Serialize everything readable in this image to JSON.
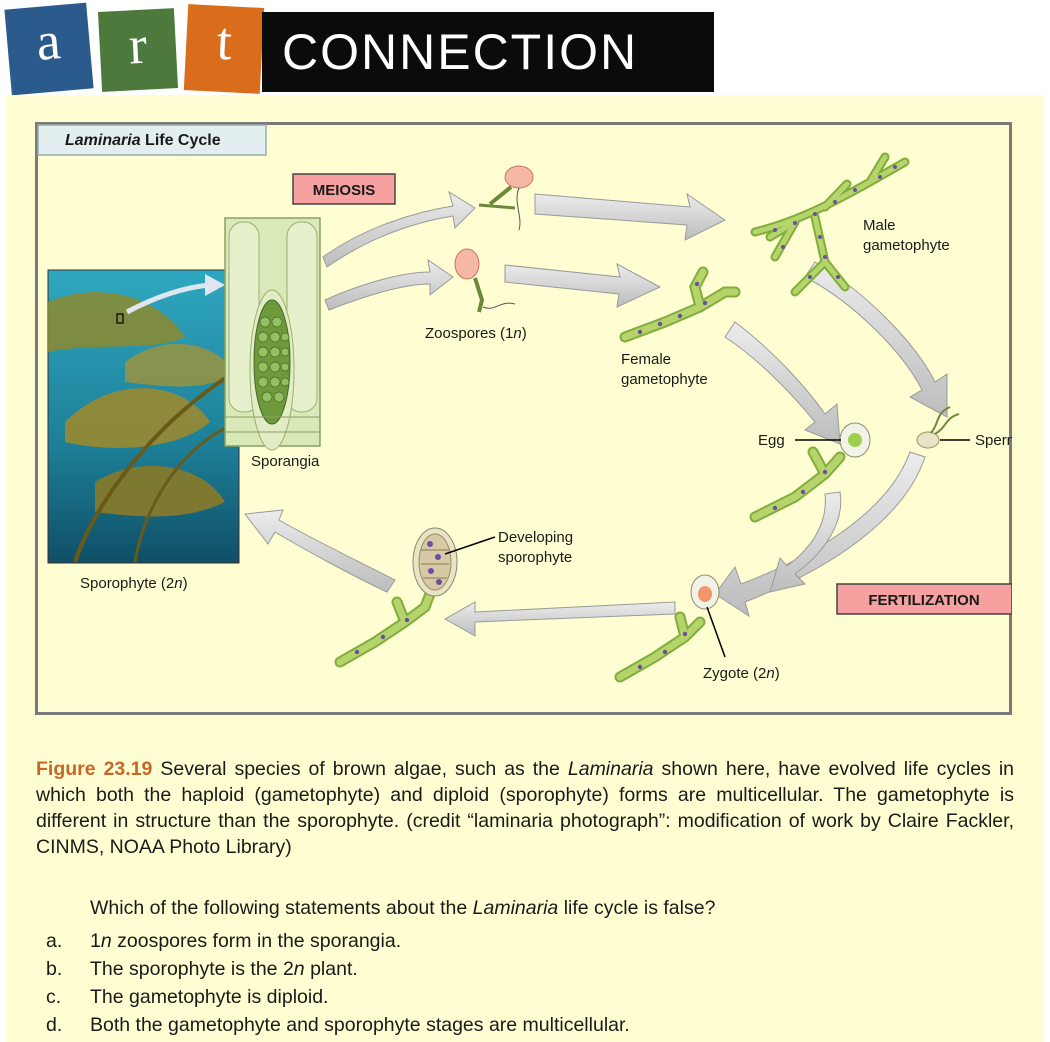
{
  "header": {
    "letters": [
      "a",
      "r",
      "t"
    ],
    "title": "CONNECTION",
    "colors": {
      "a": "#2b5b8c",
      "r": "#4d7a3c",
      "t": "#d96d1c",
      "bar": "#0b0b0b"
    }
  },
  "figure": {
    "title_italic": "Laminaria",
    "title_rest": " Life Cycle",
    "labels": {
      "meiosis": "MEIOSIS",
      "fertilization": "FERTILIZATION",
      "male_gametophyte_1": "Male",
      "male_gametophyte_2": "gametophyte",
      "female_gametophyte_1": "Female",
      "female_gametophyte_2": "gametophyte",
      "zoospores_pre": "Zoospores (1",
      "zoospores_n": "n",
      "zoospores_post": ")",
      "sporangia": "Sporangia",
      "sporophyte_pre": "Sporophyte (2",
      "sporophyte_n": "n",
      "sporophyte_post": ")",
      "egg": "Egg",
      "sperm": "Sperm",
      "developing_1": "Developing",
      "developing_2": "sporophyte",
      "zygote_pre": "Zygote (2",
      "zygote_n": "n",
      "zygote_post": ")"
    }
  },
  "caption": {
    "figure_number": "Figure 23.19",
    "text_1": " Several species of brown algae, such as the ",
    "italic": "Laminaria",
    "text_2": " shown here, have evolved life cycles in which both the haploid (gametophyte) and diploid (sporophyte) forms are multicellular. The gametophyte is different in structure than the sporophyte. (credit “laminaria photograph”: modification of work by Claire Fackler, CINMS, NOAA Photo Library)"
  },
  "question": {
    "pre": "Which of the following statements about the ",
    "italic": "Laminaria",
    "post": " life cycle is false?"
  },
  "choices": [
    {
      "letter": "a.",
      "pre": "1",
      "italic": "n",
      "post": " zoospores form in the sporangia."
    },
    {
      "letter": "b.",
      "pre": "The sporophyte is the 2",
      "italic": "n",
      "post": " plant."
    },
    {
      "letter": "c.",
      "pre": "The gametophyte is diploid.",
      "italic": "",
      "post": ""
    },
    {
      "letter": "d.",
      "pre": "Both the gametophyte and sporophyte stages are multicellular.",
      "italic": "",
      "post": ""
    }
  ]
}
